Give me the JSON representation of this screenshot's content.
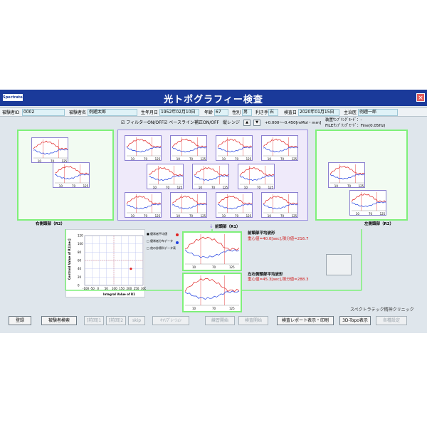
{
  "window": {
    "title": "光トポグラフィー検査",
    "logo": "Spectratech Inc.",
    "close_label": "×"
  },
  "subject": {
    "id_label": "被験者ID",
    "id_value": "0002",
    "name_label": "被験者名",
    "name_value": "例題太郎",
    "birth_label": "生年月日",
    "birth_value": "1952年02月10日",
    "age_label": "年齢",
    "age_value": "67",
    "sex_label": "性別",
    "sex_value": "男",
    "hand_label": "利き手",
    "hand_value": "右",
    "date_label": "検査日",
    "date_value": "2020年01月15日",
    "doctor_label": "主治医",
    "doctor_value": "例題一郎"
  },
  "controls": {
    "filter_label": "フィルターON/OFF",
    "baseline_label": "ベースライン補正ON/OFF",
    "range_label": "縦レンジ",
    "range_up": "▲",
    "range_down": "▼",
    "range_value": "+0.000～-0.450[mMol・mm]",
    "sampling_line1": "装置ｻﾝﾌﾟﾘﾝｸﾞﾓｰﾄﾞ：-",
    "sampling_line2": "FILEｻﾝﾌﾟﾘﾝｸﾞﾓｰﾄﾞ：Fine(0.05Hz)"
  },
  "sections": {
    "right_temporal": "右側頭部（R2）",
    "left_temporal": "左側頭部（R2）",
    "frontal": "前頭部（R1）",
    "frontal_avg": "前頭部平均波形",
    "frontal_stats": "重心値=40.0[sec],積分値=216.7",
    "temporal_avg": "左右側頭部平均波形",
    "temporal_stats": "重心値=45.3[sec],積分値=288.3"
  },
  "scatter": {
    "ylabel": "Centroid Value of R1[sec]",
    "xlabel": "Integral Value of R1",
    "xticks": [
      "-100",
      "-50",
      "0",
      "50",
      "100",
      "150",
      "200",
      "250",
      "300"
    ],
    "yticks": [
      "120",
      "100",
      "80",
      "60",
      "40",
      "20",
      "0"
    ],
    "legend": [
      "健常者平均値",
      "健常者分布データ",
      "他の診療科データ表"
    ]
  },
  "plot_ticks": {
    "a": "10",
    "b": "70",
    "c": "125"
  },
  "clinic": "スペクトラテック精神クリニック",
  "buttons": {
    "register": "登録",
    "search": "被験者検索",
    "page1": "[前回]1",
    "page2": "[前回]2",
    "skip": "skip",
    "calibration": "ｷｬﾘﾌﾞﾚｰｼｮﾝ",
    "start_test": "練習開始",
    "start_exam": "検査開始",
    "report": "検査レポート表示・印刷",
    "topo3d": "3D-Topo表示",
    "settings": "各種設定"
  },
  "chart_data": {
    "type": "scatter",
    "xlim": [
      -100,
      300
    ],
    "ylim": [
      0,
      120
    ],
    "points": [
      {
        "x": 216.7,
        "y": 40.0
      }
    ],
    "grid": true
  },
  "colors": {
    "accent": "#1a3a9a",
    "panel_border": "#7ff07a",
    "center_border": "#9a8ee0",
    "oxy": "#e02020",
    "deoxy": "#2040e0"
  }
}
